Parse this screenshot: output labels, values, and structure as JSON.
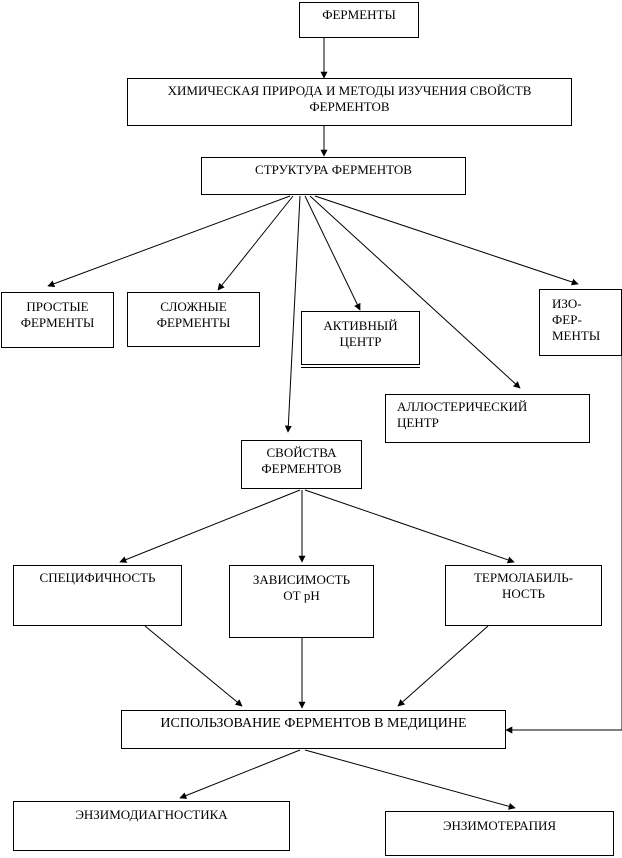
{
  "nodes": {
    "fermenty": "ФЕРМЕНТЫ",
    "khim_1": "ХИМИЧЕСКАЯ ПРИРОДА И МЕТОДЫ ИЗУЧЕНИЯ СВОЙСТВ",
    "khim_2": "ФЕРМЕНТОВ",
    "struktura": "СТРУКТУРА ФЕРМЕНТОВ",
    "prostye_1": "ПРОСТЫЕ",
    "prostye_2": "ФЕРМЕНТЫ",
    "slozhnye_1": "СЛОЖНЫЕ",
    "slozhnye_2": "ФЕРМЕНТЫ",
    "aktivny_1": "АКТИВНЫЙ",
    "aktivny_2": "ЦЕНТР",
    "izo_1": "ИЗО-",
    "izo_2": "ФЕР-",
    "izo_3": "МЕНТЫ",
    "allo_1": "АЛЛОСТЕРИЧЕСКИЙ",
    "allo_2": "ЦЕНТР",
    "svoystva_1": "СВОЙСТВА",
    "svoystva_2": "ФЕРМЕНТОВ",
    "specif": "СПЕЦИФИЧНОСТЬ",
    "zavis_1": "ЗАВИСИМОСТЬ",
    "zavis_2": "ОТ рН",
    "termo_1": "ТЕРМОЛАБИЛЬ-",
    "termo_2": "НОСТЬ",
    "ispolz": "ИСПОЛЬЗОВАНИЕ ФЕРМЕНТОВ В МЕДИЦИНЕ",
    "enzimodiag": "ЭНЗИМОДИАГНОСТИКА",
    "enzimoter": "ЭНЗИМОТЕРАПИЯ"
  }
}
